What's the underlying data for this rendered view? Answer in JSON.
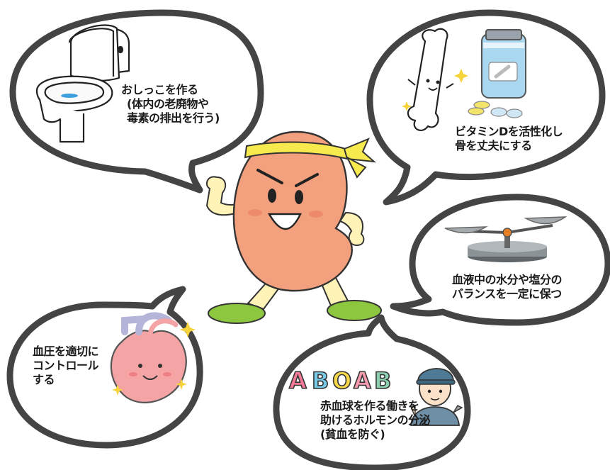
{
  "functions": {
    "toilet": {
      "icon": "toilet-icon",
      "lines": [
        "おしっこを作る",
        "(体内の老廃物や",
        "毒素の排出を行う)"
      ]
    },
    "bone": {
      "icon": "bone-vitamin-icon",
      "lines": [
        "ビタミンDを活性化し",
        "骨を丈夫にする"
      ]
    },
    "scale": {
      "icon": "balance-scale-icon",
      "lines": [
        "血液中の水分や塩分の",
        "バランスを一定に保つ"
      ]
    },
    "heart": {
      "icon": "heart-icon",
      "lines": [
        "血圧を適切に",
        "コントロール",
        "する"
      ]
    },
    "blood": {
      "icon": "blood-type-icon",
      "letters": "ABOAB",
      "lines": [
        "赤血球を作る働きを",
        "助けるホルモンの分泌",
        "(貧血を防ぐ)"
      ]
    }
  },
  "colors": {
    "kidney": "#f2a07e",
    "headband": "#f7ea4f",
    "shoes": "#8dc63f",
    "outline": "#333333",
    "bubble_border": "#444444"
  }
}
